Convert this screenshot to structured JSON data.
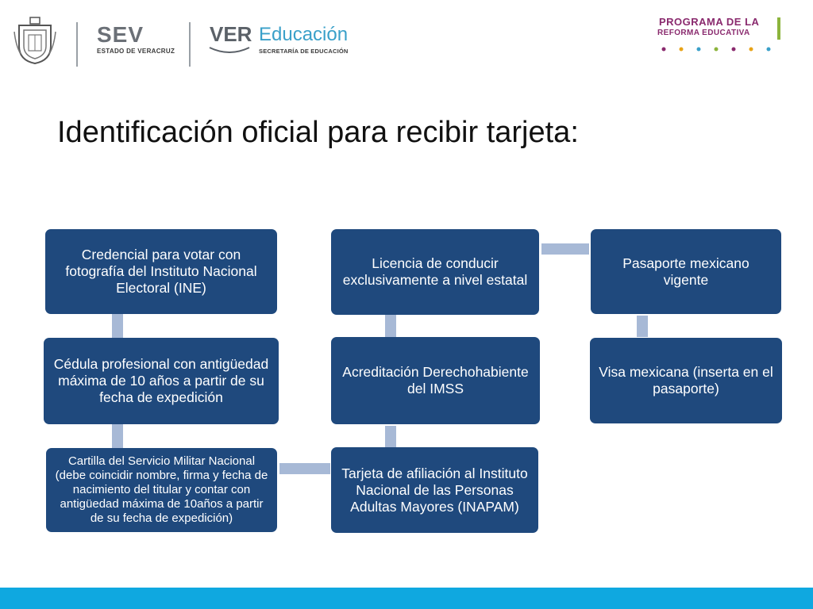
{
  "header": {
    "sev_title": "SEV",
    "sev_subtitle": "ESTADO DE VERACRUZ",
    "ver_title": "VER",
    "edu_title": "Educación",
    "ver_subtitle": "SECRETARÍA DE EDUCACIÓN",
    "program_line1": "PROGRAMA DE LA",
    "program_line2": "REFORMA EDUCATIVA"
  },
  "slide": {
    "title": "Identificación oficial para recibir tarjeta:"
  },
  "diagram": {
    "nodes": {
      "ine": "Credencial para votar con fotografía del Instituto Nacional Electoral (INE)",
      "cedula": "Cédula profesional con antigüedad máxima de 10 años a partir de su fecha de expedición",
      "cartilla": "Cartilla del Servicio Militar Nacional (debe coincidir nombre, firma y fecha de nacimiento del titular y contar con antigüedad máxima de 10años a partir de su fecha de expedición)",
      "licencia": "Licencia de conducir exclusivamente a nivel estatal",
      "imss": "Acreditación Derechohabiente del IMSS",
      "inapam": "Tarjeta de afiliación al Instituto Nacional de las Personas Adultas Mayores (INAPAM)",
      "pasaporte": "Pasaporte mexicano vigente",
      "visa": "Visa mexicana (inserta en el pasaporte)"
    }
  },
  "colors": {
    "box": "#1f497d",
    "connector": "#a7b9d6",
    "footer": "#0fa8e0",
    "program": "#8a2a6e",
    "edu": "#3aa0c9"
  }
}
